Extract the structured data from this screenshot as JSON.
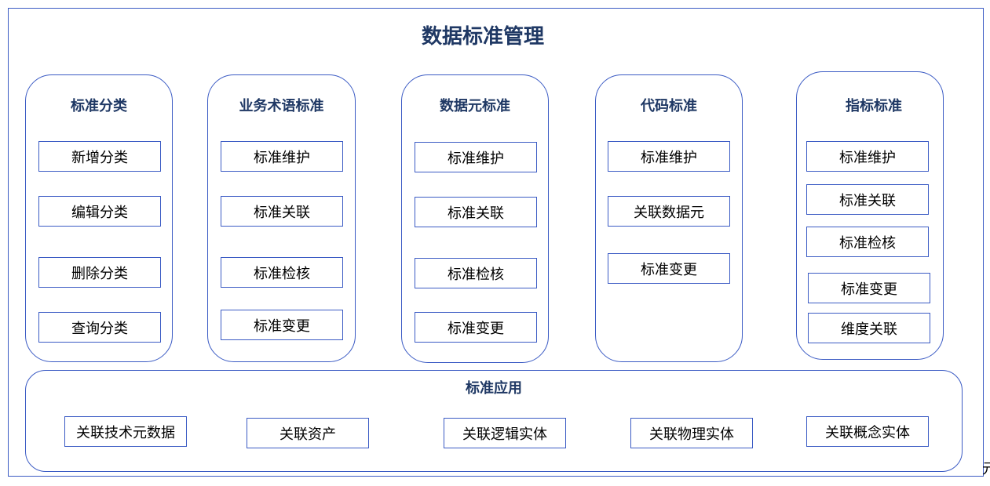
{
  "title": "数据标准管理",
  "groups": [
    {
      "title": "标准分类",
      "items": [
        "新增分类",
        "编辑分类",
        "删除分类",
        "查询分类"
      ]
    },
    {
      "title": "业务术语标准",
      "items": [
        "标准维护",
        "标准关联",
        "标准检核",
        "标准变更"
      ]
    },
    {
      "title": "数据元标准",
      "items": [
        "标准维护",
        "标准关联",
        "标准检核",
        "标准变更"
      ]
    },
    {
      "title": "代码标准",
      "items": [
        "标准维护",
        "关联数据元",
        "标准变更"
      ]
    },
    {
      "title": "指标标准",
      "items": [
        "标准维护",
        "标准关联",
        "标准检核",
        "标准变更",
        "维度关联"
      ]
    }
  ],
  "application": {
    "title": "标准应用",
    "items": [
      "关联技术元数据",
      "关联资产",
      "关联逻辑实体",
      "关联物理实体",
      "关联概念实体"
    ]
  },
  "stray_char": "元"
}
